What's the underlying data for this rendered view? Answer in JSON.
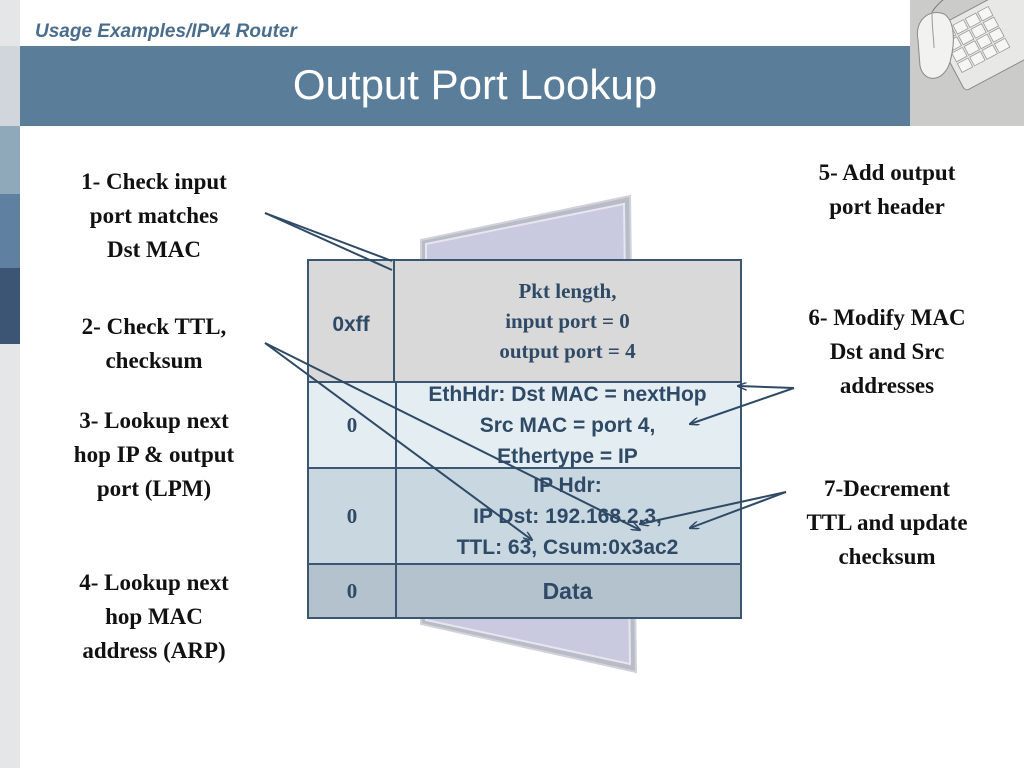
{
  "header": {
    "breadcrumb": "Usage Examples/IPv4 Router",
    "title": "Output Port Lookup"
  },
  "annotations": {
    "step1": [
      "1- Check input",
      "port matches",
      "Dst MAC"
    ],
    "step2": [
      "2- Check TTL,",
      "checksum"
    ],
    "step3": [
      "3- Lookup next",
      "hop IP & output",
      "port (LPM)"
    ],
    "step4": [
      "4- Lookup next",
      "hop MAC",
      "address (ARP)"
    ],
    "step5": [
      "5- Add output",
      "port header"
    ],
    "step6": [
      "6- Modify MAC",
      "Dst and Src",
      "addresses"
    ],
    "step7": [
      "7-Decrement",
      "TTL and update",
      "checksum"
    ]
  },
  "packet": {
    "rows": [
      {
        "ctrl": "0xff",
        "lines": [
          "Pkt length,",
          "input port = 0",
          "output port = 4"
        ]
      },
      {
        "ctrl": "0",
        "lines": [
          "EthHdr: Dst MAC = nextHop",
          "Src MAC = port 4,",
          "Ethertype = IP"
        ]
      },
      {
        "ctrl": "0",
        "lines": [
          "IP Hdr:",
          "IP Dst: 192.168.2.3,",
          "TTL: 63, Csum:0x3ac2"
        ]
      },
      {
        "ctrl": "0",
        "lines": [
          "Data"
        ]
      }
    ]
  },
  "colors": {
    "title_bar": "#5a7d99",
    "breadcrumb": "#4a6d8c",
    "row_header": "#d9d9d9",
    "row_eth": "#e3edf2",
    "row_ip": "#c9d7e0",
    "row_data": "#b3c2cc",
    "border": "#3b5670",
    "arrow": "#2f4a66"
  },
  "icons": {
    "photo": "keyboard-mouse-photo"
  }
}
